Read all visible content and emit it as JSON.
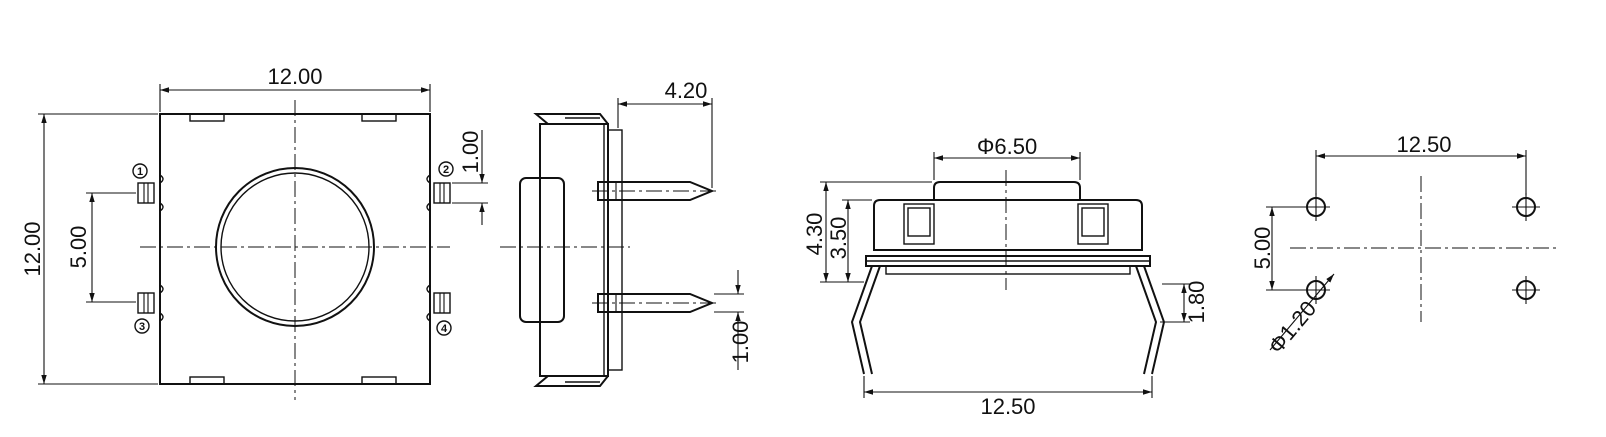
{
  "top_view": {
    "width": "12.00",
    "height": "12.00",
    "pin_pitch": "5.00",
    "pin_width": "1.00",
    "pins": [
      "1",
      "2",
      "3",
      "4"
    ]
  },
  "side_view": {
    "lead_length": "4.20",
    "lead_width": "1.00"
  },
  "front_view": {
    "button_diameter": "Φ6.50",
    "total_height": "4.30",
    "body_height": "3.50",
    "standoff": "1.80",
    "lead_span": "12.50"
  },
  "footprint": {
    "x_pitch": "12.50",
    "y_pitch": "5.00",
    "hole_diameter": "Φ1.20"
  }
}
